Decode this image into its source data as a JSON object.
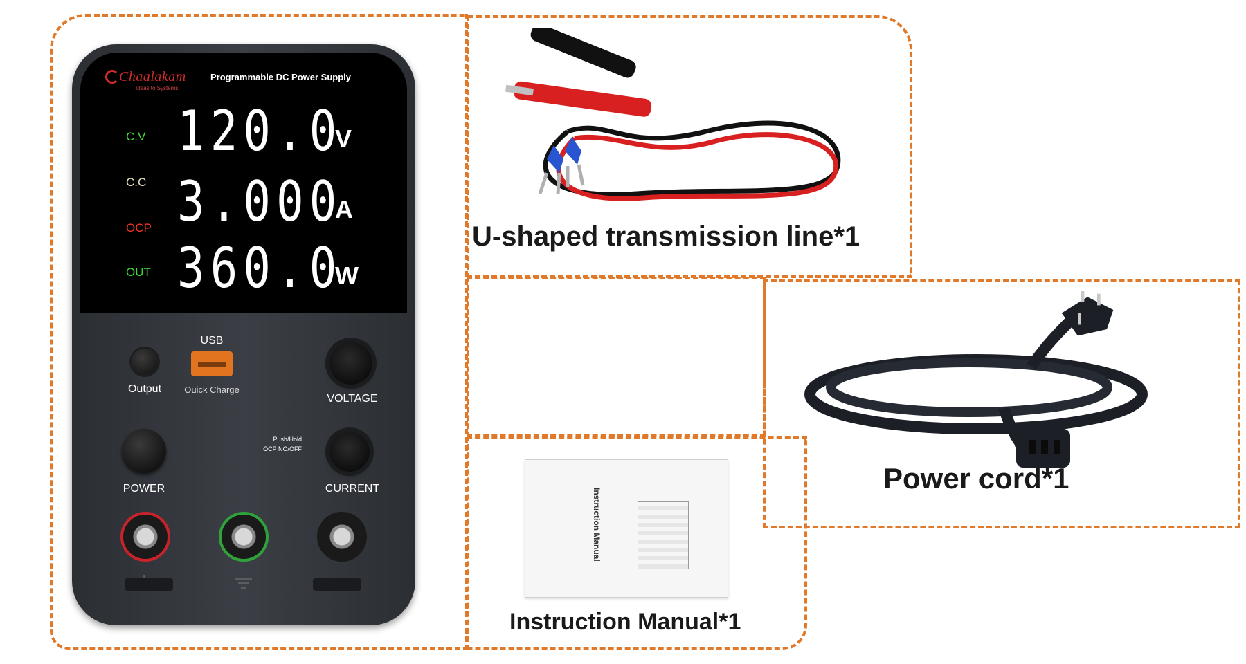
{
  "device": {
    "brand_name": "Chaalakam",
    "brand_tagline": "Ideas to Systems",
    "product_title": "Programmable DC Power Supply",
    "display_rows": [
      {
        "label": "C.V",
        "label_color": "#3fdc3a",
        "value": "120.0",
        "unit": "V"
      },
      {
        "label": "C.C",
        "label_color": "#e8e0c0",
        "value": "3.000",
        "unit": "A"
      },
      {
        "label": "OCP",
        "label_color": "#ff3a2a",
        "value": "",
        "unit": ""
      },
      {
        "label": "OUT",
        "label_color": "#3fdc3a",
        "value": "360.0",
        "unit": "W"
      }
    ],
    "usb_label": "USB",
    "usb_caption": "Ouick Charge",
    "output_label": "Output",
    "voltage_label": "VOLTAGE",
    "power_label": "POWER",
    "ocp_hint_line1": "Push/Hold",
    "ocp_hint_line2": "OCP NO/OFF",
    "current_label": "CURRENT",
    "terminal_plus": "+",
    "terminal_minus": "−",
    "terminal_colors": {
      "positive": "#c8232a",
      "ground": "#2fa33a",
      "negative": "#1a1a1a"
    }
  },
  "accessories": {
    "cable_caption": "U-shaped transmission line*1",
    "power_cord_caption": "Power cord*1",
    "manual_caption": "Instruction Manual*1",
    "manual_cover_title": "Instruction Manual"
  },
  "colors": {
    "dash_border": "#e07a2a"
  }
}
